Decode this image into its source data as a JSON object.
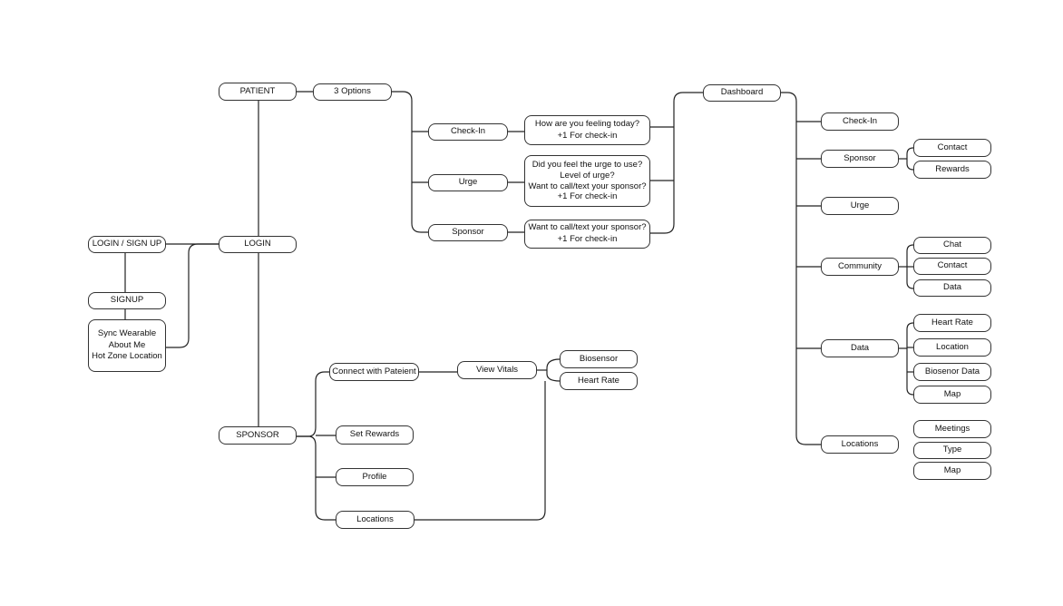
{
  "flowchart": {
    "patient": "PATIENT",
    "three_options": "3 Options",
    "login_signup": "LOGIN /  SIGN UP",
    "login": "LOGIN",
    "signup": "SIGNUP",
    "signup_steps": [
      "Sync Wearable",
      "About Me",
      "Hot Zone Location"
    ],
    "sponsor": "SPONSOR",
    "patient_options": {
      "checkin": "Check-In",
      "urge": "Urge",
      "sponsor": "Sponsor"
    },
    "checkin_detail": [
      "How are you feeling today?",
      "+1 For check-in"
    ],
    "urge_detail": [
      "Did you feel the urge to use?",
      "Level of urge?",
      "Want to call/text your sponsor?",
      "+1 For check-in"
    ],
    "sponsor_detail": [
      "Want to call/text your sponsor?",
      "+1 For check-in"
    ],
    "dashboard": "Dashboard",
    "dashboard_items": {
      "checkin": "Check-In",
      "sponsor": "Sponsor",
      "urge": "Urge",
      "community": "Community",
      "data": "Data",
      "locations": "Locations"
    },
    "sponsor_sub": {
      "contact": "Contact",
      "rewards": "Rewards"
    },
    "community_sub": {
      "chat": "Chat",
      "contact": "Contact",
      "data": "Data"
    },
    "data_sub": {
      "heart_rate": "Heart Rate",
      "location": "Location",
      "biosensor_data": "Biosenor Data",
      "map": "Map"
    },
    "locations_sub": {
      "meetings": "Meetings",
      "type": "Type",
      "map": "Map"
    },
    "sponsor_branch": {
      "connect": "Connect with Pateient",
      "view_vitals": "View Vitals",
      "biosensor": "Biosensor",
      "heart_rate": "Heart Rate",
      "set_rewards": "Set Rewards",
      "profile": "Profile",
      "locations": "Locations"
    }
  }
}
